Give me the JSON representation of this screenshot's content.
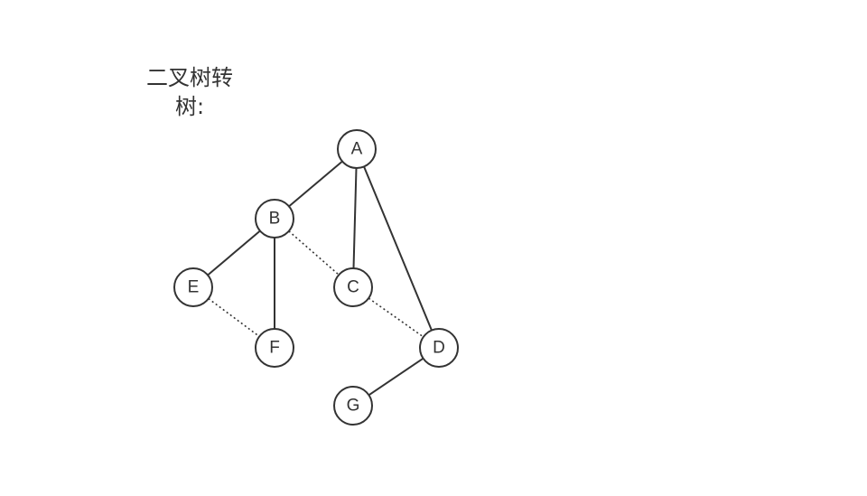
{
  "title": "二叉树转树:",
  "nodes": [
    {
      "id": "A",
      "label": "A"
    },
    {
      "id": "B",
      "label": "B"
    },
    {
      "id": "C",
      "label": "C"
    },
    {
      "id": "D",
      "label": "D"
    },
    {
      "id": "E",
      "label": "E"
    },
    {
      "id": "F",
      "label": "F"
    },
    {
      "id": "G",
      "label": "G"
    }
  ],
  "edges": [
    {
      "from": "A",
      "to": "B",
      "style": "solid"
    },
    {
      "from": "A",
      "to": "C",
      "style": "solid"
    },
    {
      "from": "A",
      "to": "D",
      "style": "solid"
    },
    {
      "from": "B",
      "to": "E",
      "style": "solid"
    },
    {
      "from": "B",
      "to": "F",
      "style": "solid"
    },
    {
      "from": "D",
      "to": "G",
      "style": "solid"
    },
    {
      "from": "B",
      "to": "C",
      "style": "dotted"
    },
    {
      "from": "C",
      "to": "D",
      "style": "dotted"
    },
    {
      "from": "E",
      "to": "F",
      "style": "dotted"
    }
  ]
}
